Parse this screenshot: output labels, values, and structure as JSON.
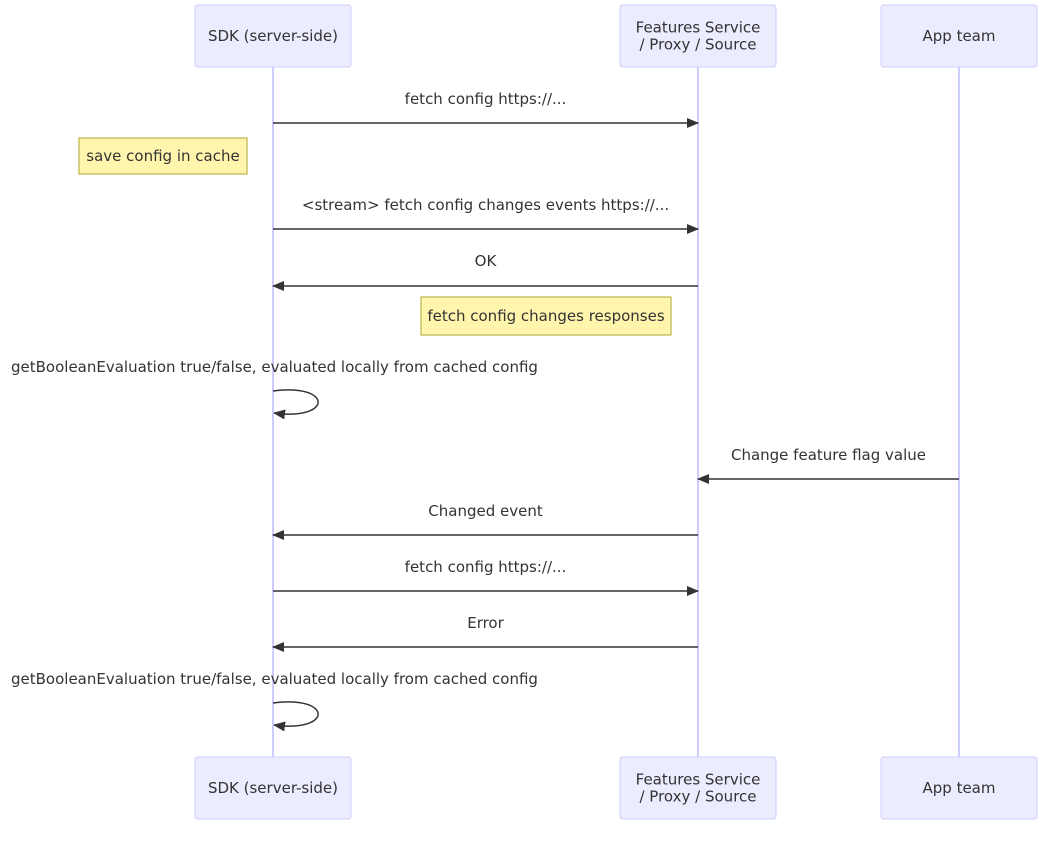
{
  "participants": [
    {
      "id": "sdk",
      "label_lines": [
        "SDK (server-side)"
      ]
    },
    {
      "id": "features",
      "label_lines": [
        "Features Service",
        "/ Proxy / Source"
      ]
    },
    {
      "id": "app",
      "label_lines": [
        "App team"
      ]
    }
  ],
  "messages": [
    {
      "from": "sdk",
      "to": "features",
      "text": "fetch config https://...",
      "style": "solid"
    },
    {
      "note": true,
      "over": "sdk",
      "placement": "left",
      "text": "save config in cache"
    },
    {
      "from": "sdk",
      "to": "features",
      "text": "<stream> fetch config changes events https://...",
      "style": "solid"
    },
    {
      "from": "features",
      "to": "sdk",
      "text": "OK",
      "style": "solid"
    },
    {
      "note": true,
      "over": "features",
      "placement": "left",
      "text": "fetch config changes responses"
    },
    {
      "from": "sdk",
      "to": "sdk",
      "text": "getBooleanEvaluation true/false, evaluated locally from cached config",
      "style": "self"
    },
    {
      "from": "app",
      "to": "features",
      "text": "Change feature flag value",
      "style": "solid"
    },
    {
      "from": "features",
      "to": "sdk",
      "text": "Changed event",
      "style": "solid"
    },
    {
      "from": "sdk",
      "to": "features",
      "text": "fetch config https://...",
      "style": "solid"
    },
    {
      "from": "features",
      "to": "sdk",
      "text": "Error",
      "style": "solid"
    },
    {
      "from": "sdk",
      "to": "sdk",
      "text": "getBooleanEvaluation true/false, evaluated locally from cached config",
      "style": "self"
    }
  ],
  "colors": {
    "actor_fill": "#ECECFF",
    "actor_stroke": "#CCCCFF",
    "note_fill": "#FFF5AD",
    "note_stroke": "#AAAA33",
    "line": "#333333"
  }
}
